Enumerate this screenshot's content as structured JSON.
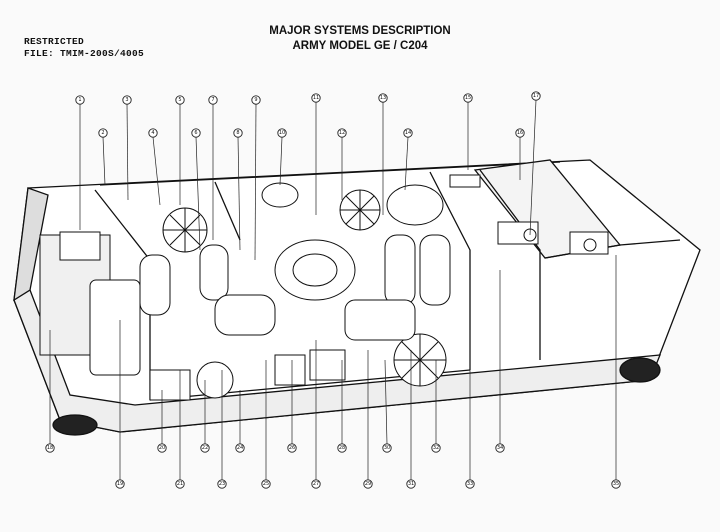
{
  "header": {
    "restricted": "RESTRICTED",
    "file": "FILE: TMIM-200S/4005",
    "title_line1": "MAJOR SYSTEMS DESCRIPTION",
    "title_line2": "ARMY MODEL GE / C204"
  },
  "callouts": {
    "top": [
      "1",
      "2",
      "3",
      "4",
      "5",
      "6",
      "7",
      "8",
      "9",
      "10",
      "11",
      "12",
      "13",
      "14",
      "15",
      "16",
      "17"
    ],
    "bottom": [
      "18",
      "19",
      "20",
      "21",
      "22",
      "23",
      "24",
      "25",
      "26",
      "27",
      "28",
      "29",
      "30",
      "31",
      "32",
      "33",
      "34",
      "35"
    ]
  }
}
